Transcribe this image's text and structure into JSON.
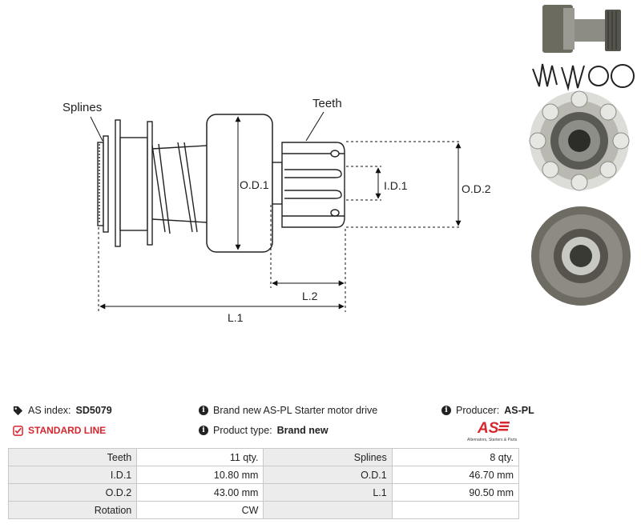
{
  "drawing": {
    "callouts": {
      "splines": "Splines",
      "teeth": "Teeth"
    },
    "dimensions": {
      "od1": "O.D.1",
      "id1": "I.D.1",
      "od2": "O.D.2",
      "l2": "L.2",
      "l1": "L.1"
    }
  },
  "info": {
    "index_label": "AS index:",
    "index_value": "SD5079",
    "line": "STANDARD LINE",
    "description": "Brand new AS-PL Starter motor drive",
    "product_type_label": "Product type:",
    "product_type_value": "Brand new",
    "producer_label": "Producer:",
    "producer_value": "AS-PL",
    "logo_text": "AS",
    "logo_tagline": "Alternators, Starters & Parts"
  },
  "specs": [
    {
      "l1": "Teeth",
      "v1": "11 qty.",
      "l2": "Splines",
      "v2": "8 qty."
    },
    {
      "l1": "I.D.1",
      "v1": "10.80 mm",
      "l2": "O.D.1",
      "v2": "46.70 mm"
    },
    {
      "l1": "O.D.2",
      "v1": "43.00 mm",
      "l2": "L.1",
      "v2": "90.50 mm"
    },
    {
      "l1": "Rotation",
      "v1": "CW",
      "l2": "",
      "v2": ""
    }
  ],
  "colors": {
    "accent_red": "#d7262e",
    "label_bg": "#ececec",
    "border": "#c8c8c8"
  }
}
